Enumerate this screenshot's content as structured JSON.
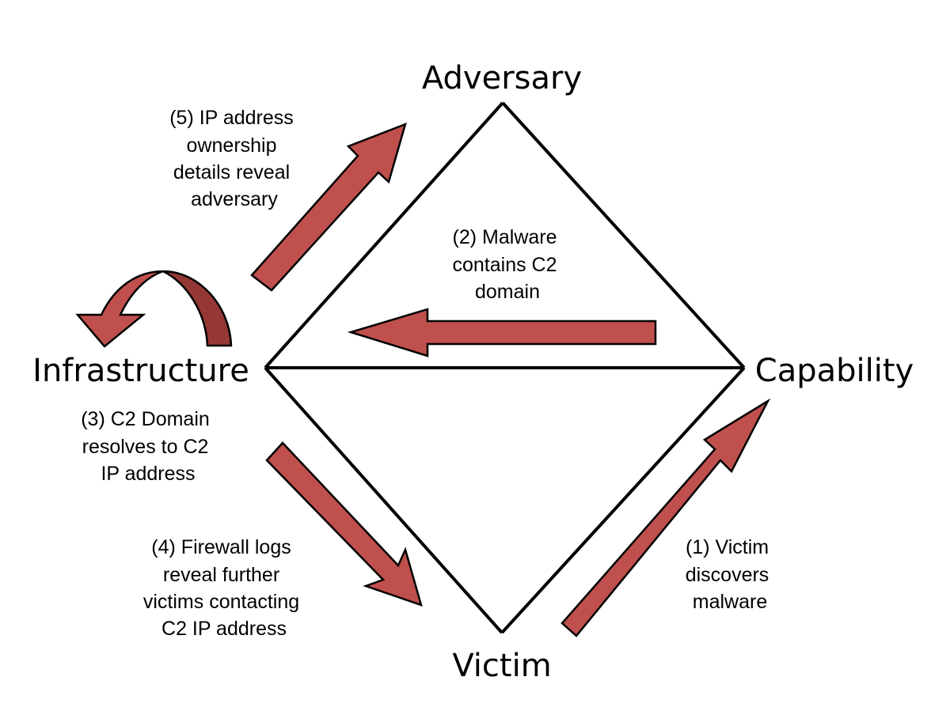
{
  "title": "Diamond Model of Intrusion Analysis - pivoting example",
  "vertices": {
    "adversary": "Adversary",
    "infrastructure": "Infrastructure",
    "capability": "Capability",
    "victim": "Victim"
  },
  "steps": [
    {
      "id": 1,
      "lines": [
        "(1) Victim",
        "discovers",
        "malware"
      ],
      "from": "Victim",
      "to": "Capability"
    },
    {
      "id": 2,
      "lines": [
        "(2) Malware",
        "contains C2",
        "domain"
      ],
      "from": "Capability",
      "to": "Infrastructure"
    },
    {
      "id": 3,
      "lines": [
        "(3) C2 Domain",
        "resolves to C2",
        "IP address"
      ],
      "from": "Infrastructure",
      "to": "Infrastructure"
    },
    {
      "id": 4,
      "lines": [
        "(4) Firewall logs",
        "reveal further",
        "victims contacting",
        "C2 IP address"
      ],
      "from": "Infrastructure",
      "to": "Victim"
    },
    {
      "id": 5,
      "lines": [
        "(5) IP address",
        "ownership",
        "details reveal",
        "adversary"
      ],
      "from": "Infrastructure",
      "to": "Adversary"
    }
  ],
  "colors": {
    "arrow_fill": "#c0504d",
    "arrow_shade": "#953735",
    "edge": "#000000"
  }
}
